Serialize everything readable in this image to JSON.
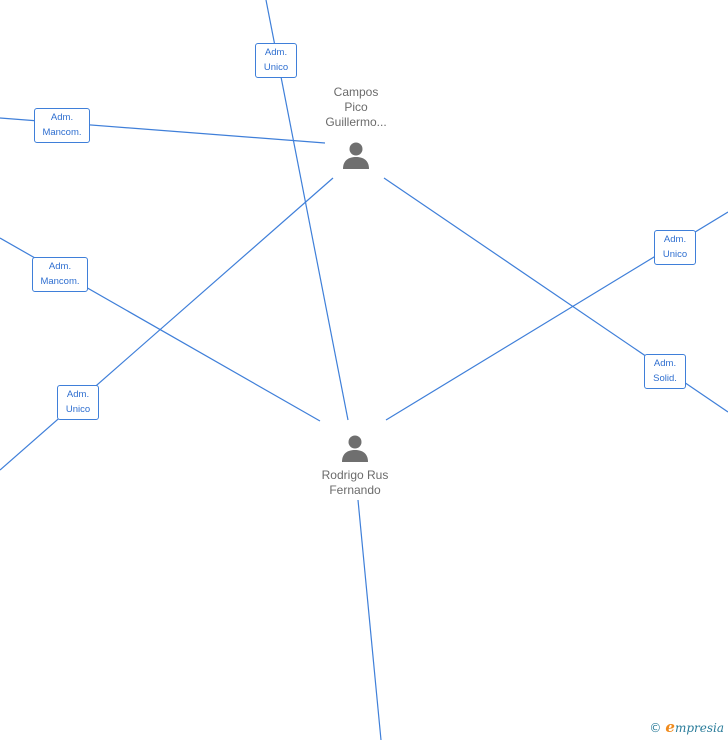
{
  "colors": {
    "edge": "#3f7fd9",
    "label_text": "#2f6fd0",
    "node_text": "#6b6b6b",
    "person_icon": "#6f6f6f",
    "brand_orange": "#f08a1c",
    "brand_teal": "#2a7c9a"
  },
  "nodes": {
    "campos": {
      "name_lines": [
        "Campos",
        "Pico",
        "Guillermo..."
      ],
      "icon": "person-icon"
    },
    "rodrigo": {
      "name_lines": [
        "Rodrigo Rus",
        "Fernando"
      ],
      "icon": "person-icon"
    }
  },
  "edge_labels": [
    {
      "lines": [
        "Adm.",
        "Unico"
      ]
    },
    {
      "lines": [
        "Adm.",
        "Mancom."
      ]
    },
    {
      "lines": [
        "Adm.",
        "Mancom."
      ]
    },
    {
      "lines": [
        "Adm.",
        "Unico"
      ]
    },
    {
      "lines": [
        "Adm.",
        "Unico"
      ]
    },
    {
      "lines": [
        "Adm.",
        "Solid."
      ]
    }
  ],
  "watermark": {
    "copyright_symbol": "©",
    "brand_initial": "e",
    "brand_rest": "mpresia"
  }
}
